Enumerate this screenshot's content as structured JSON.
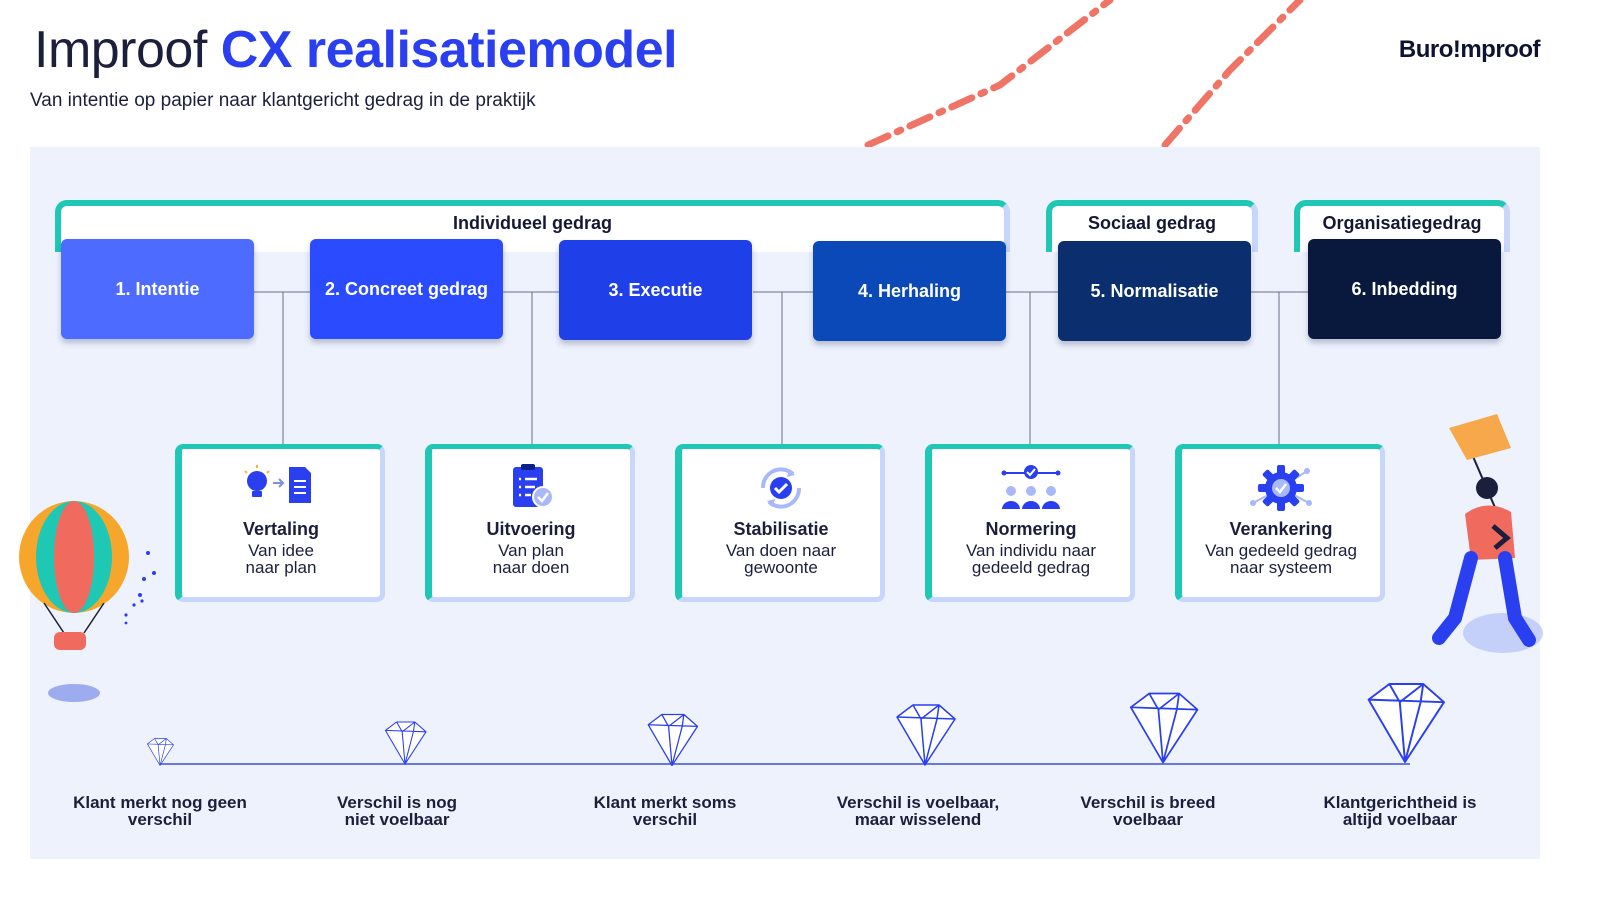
{
  "header": {
    "title_plain": "Improof",
    "title_highlight": "CX realisatiemodel",
    "subtitle": "Van intentie op papier naar klantgericht gedrag in de praktijk",
    "logo": "Buro!mproof"
  },
  "groups": [
    {
      "label": "Individueel gedrag"
    },
    {
      "label": "Sociaal gedrag"
    },
    {
      "label": "Organisatiegedrag"
    }
  ],
  "steps": [
    {
      "label": "1. Intentie",
      "color": "#4d6cff"
    },
    {
      "label": "2. Concreet gedrag",
      "color": "#2a4bff"
    },
    {
      "label": "3. Executie",
      "color": "#1f3fe8"
    },
    {
      "label": "4. Herhaling",
      "color": "#0b48b8"
    },
    {
      "label": "5. Normalisatie",
      "color": "#0b2e6e"
    },
    {
      "label": "6. Inbedding",
      "color": "#08193d"
    }
  ],
  "cards": [
    {
      "title": "Vertaling",
      "line1": "Van idee",
      "line2": "naar plan",
      "icon": "lightbulb-document-icon"
    },
    {
      "title": "Uitvoering",
      "line1": "Van plan",
      "line2": "naar doen",
      "icon": "clipboard-check-icon"
    },
    {
      "title": "Stabilisatie",
      "line1": "Van doen naar",
      "line2": "gewoonte",
      "icon": "cycle-check-icon"
    },
    {
      "title": "Normering",
      "line1": "Van individu naar",
      "line2": "gedeeld gedrag",
      "icon": "group-network-icon"
    },
    {
      "title": "Verankering",
      "line1": "Van gedeeld gedrag",
      "line2": "naar systeem",
      "icon": "gear-network-icon"
    }
  ],
  "milestones": [
    {
      "line1": "Klant merkt nog geen",
      "line2": "verschil"
    },
    {
      "line1": "Verschil is nog",
      "line2": "niet voelbaar"
    },
    {
      "line1": "Klant merkt soms",
      "line2": "verschil"
    },
    {
      "line1": "Verschil is voelbaar,",
      "line2": "maar wisselend"
    },
    {
      "line1": "Verschil is breed",
      "line2": "voelbaar"
    },
    {
      "line1": "Klantgerichtheid is",
      "line2": "altijd voelbaar"
    }
  ],
  "colors": {
    "accent_teal": "#1ec8b4",
    "accent_blue": "#2a3ff0",
    "panel_bg": "#eef2fd",
    "deco_dash": "#ef7466"
  }
}
